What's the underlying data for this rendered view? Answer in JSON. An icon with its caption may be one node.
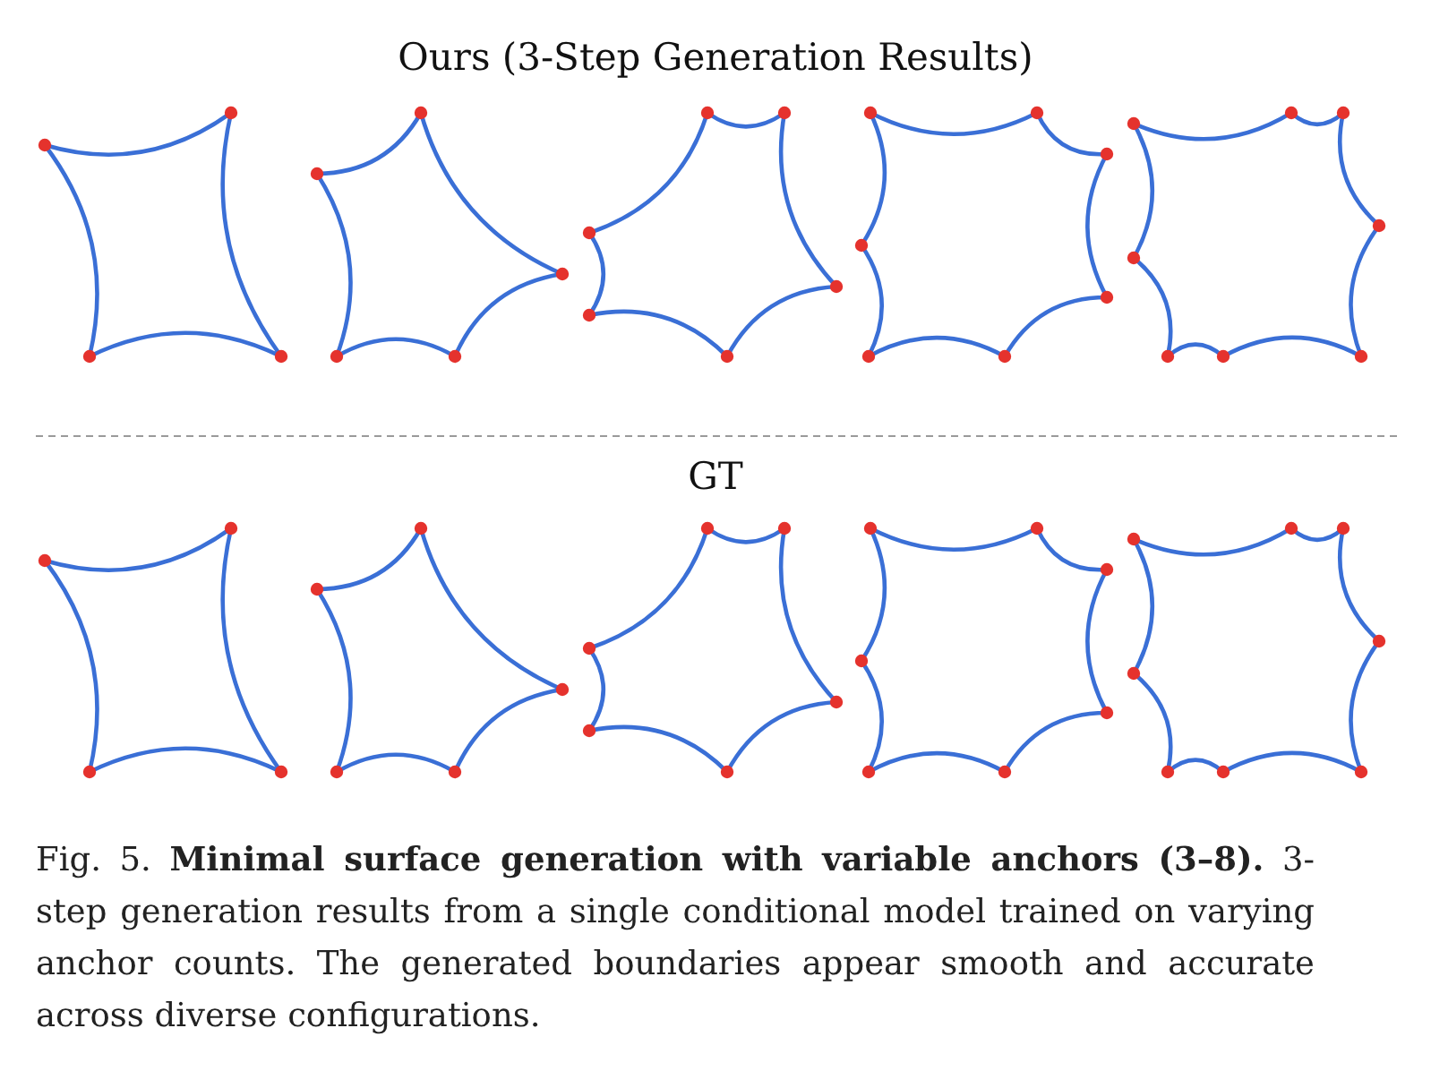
{
  "diagram": {
    "labels": [
      "Ours (3-Step Generation Results)",
      "GT"
    ],
    "caption": "Fig. 5. **Minimal surface generation with variable anchors (3–8).** 3-step generation results from a single conditional model trained on varying anchor counts. The generated boundaries appear smooth and accurate across diverse configurations."
  }
}
